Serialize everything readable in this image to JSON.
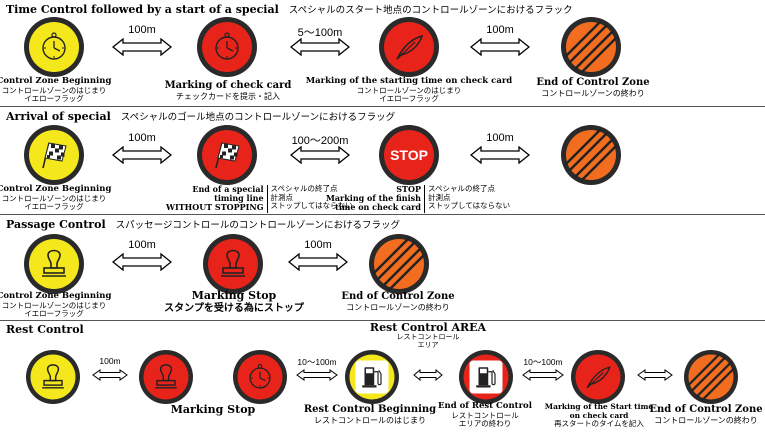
{
  "colors": {
    "yellow": "#f4e81c",
    "red": "#e8231a",
    "orange": "#f26d1f",
    "dark": "#2a2a2a"
  },
  "sections": [
    {
      "title": "Time Control followed by a start of a special",
      "title_jp": "スペシャルのスタート地点のコントロールゾーンにおけるフラック",
      "distances": [
        "100m",
        "5～100m",
        "100m"
      ],
      "labels": [
        {
          "en": "Control Zone Beginning",
          "jp1": "コントロールゾーンのはじまり",
          "jp2": "イエローフラッグ"
        },
        {
          "en": "Marking of check card",
          "jp1": "チェックカードを提示・記入"
        },
        {
          "en": "Marking of the starting time on check card",
          "jp1": "コントロールゾーンのはじまり",
          "jp2": "イエローフラッグ"
        },
        {
          "en": "End of Control Zone",
          "jp1": "コントロールゾーンの終わり"
        }
      ]
    },
    {
      "title": "Arrival of special",
      "title_jp": "スペシャルのゴール地点のコントロールゾーンにおけるフラッグ",
      "distances": [
        "100m",
        "100～200m",
        "100m"
      ],
      "stop_text": "STOP",
      "labels": [
        {
          "en": "Control Zone Beginning",
          "jp1": "コントロールゾーンのはじまり",
          "jp2": "イエローフラッグ"
        },
        {
          "en1": "End of a special",
          "en2": "timing line",
          "en3": "WITHOUT STOPPING",
          "jp1": "スペシャルの終了点",
          "jp2": "計測点",
          "jp3": "ストップしてはならない"
        },
        {
          "en1": "STOP",
          "en2": "Marking of the finish",
          "en3": "time on check card",
          "jp1": "スペシャルの終了点",
          "jp2": "計測点",
          "jp3": "ストップしてはならない"
        }
      ]
    },
    {
      "title": "Passage Control",
      "title_jp": "スパッセージコントロールのコントロールゾーンにおけるフラッグ",
      "distances": [
        "100m",
        "100m"
      ],
      "labels": [
        {
          "en": "Control Zone Beginning",
          "jp1": "コントロールゾーンのはじまり",
          "jp2": "イエローフラッグ"
        },
        {
          "en": "Marking Stop",
          "jp1": "スタンプを受ける為にストップ"
        },
        {
          "en": "End of Control Zone",
          "jp1": "コントロールゾーンの終わり"
        }
      ]
    },
    {
      "title": "Rest Control",
      "area_title": "Rest Control AREA",
      "area_jp1": "レストコントロール",
      "area_jp2": "エリア",
      "distances": [
        "100m",
        "10～100m",
        "10～100m"
      ],
      "labels": [
        {
          "en": "Marking Stop"
        },
        {
          "en": "Rest Control Beginning",
          "jp1": "レストコントロールのはじまり"
        },
        {
          "en": "End of Rest Control",
          "jp1": "レストコントロール",
          "jp2": "エリアの終わり"
        },
        {
          "en1": "Marking of the Start time",
          "en2": "on check card",
          "jp1": "再スタートのタイムを記入"
        },
        {
          "en": "End of Control Zone",
          "jp1": "コントロールゾーンの終わり"
        }
      ]
    }
  ]
}
